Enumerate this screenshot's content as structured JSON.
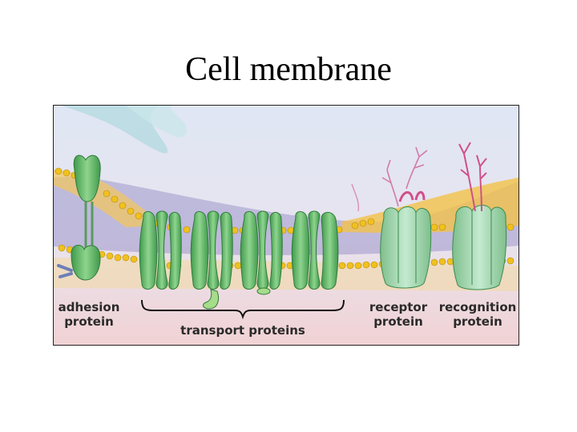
{
  "slide": {
    "title": "Cell membrane"
  },
  "figure": {
    "labels": {
      "adhesion": {
        "line1": "adhesion",
        "line2": "protein"
      },
      "transport": {
        "line1": "transport proteins"
      },
      "receptor": {
        "line1": "receptor",
        "line2": "protein"
      },
      "recognition": {
        "line1": "recognition",
        "line2": "protein"
      }
    }
  }
}
